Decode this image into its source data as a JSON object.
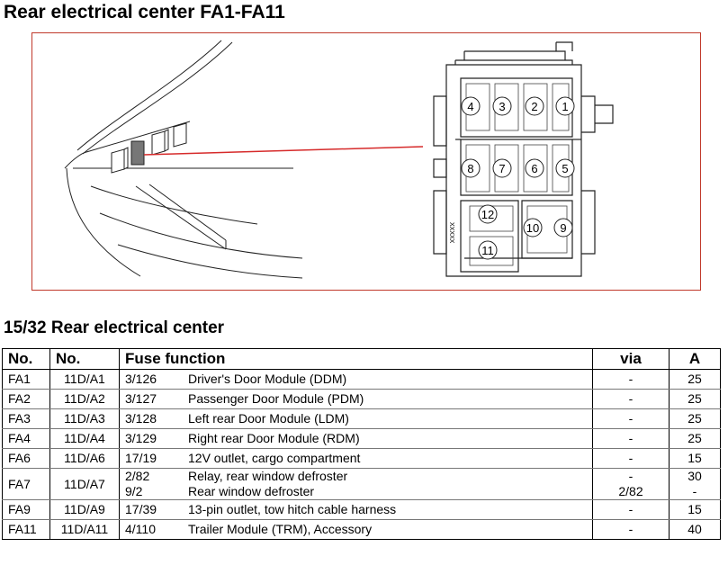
{
  "title": "Rear electrical center FA1-FA11",
  "diagram": {
    "fuse_slots": [
      "1",
      "2",
      "3",
      "4",
      "5",
      "6",
      "7",
      "8",
      "9",
      "10",
      "11",
      "12"
    ],
    "side_marking": "XXXXX",
    "callout_color": "#d62a2a",
    "frame_color": "#c0392b"
  },
  "subtitle": "15/32 Rear electrical center",
  "table": {
    "headers": {
      "no1": "No.",
      "no2": "No.",
      "function": "Fuse function",
      "via": "via",
      "amp": "A"
    },
    "rows": [
      {
        "no": "FA1",
        "id": "11D/A1",
        "lines": [
          {
            "ref": "3/126",
            "func": "Driver's Door Module (DDM)",
            "via": "-",
            "amp": "25"
          }
        ]
      },
      {
        "no": "FA2",
        "id": "11D/A2",
        "lines": [
          {
            "ref": "3/127",
            "func": "Passenger Door Module (PDM)",
            "via": "-",
            "amp": "25"
          }
        ]
      },
      {
        "no": "FA3",
        "id": "11D/A3",
        "lines": [
          {
            "ref": "3/128",
            "func": "Left rear Door Module (LDM)",
            "via": "-",
            "amp": "25"
          }
        ]
      },
      {
        "no": "FA4",
        "id": "11D/A4",
        "lines": [
          {
            "ref": "3/129",
            "func": "Right rear Door Module (RDM)",
            "via": "-",
            "amp": "25"
          }
        ]
      },
      {
        "no": "FA6",
        "id": "11D/A6",
        "lines": [
          {
            "ref": "17/19",
            "func": "12V outlet, cargo compartment",
            "via": "-",
            "amp": "15"
          }
        ]
      },
      {
        "no": "FA7",
        "id": "11D/A7",
        "lines": [
          {
            "ref": "2/82",
            "func": "Relay, rear window defroster",
            "via": "-",
            "amp": "30"
          },
          {
            "ref": "9/2",
            "func": "Rear window defroster",
            "via": "2/82",
            "amp": "-"
          }
        ]
      },
      {
        "no": "FA9",
        "id": "11D/A9",
        "lines": [
          {
            "ref": "17/39",
            "func": "13-pin outlet, tow hitch cable harness",
            "via": "-",
            "amp": "15"
          }
        ]
      },
      {
        "no": "FA11",
        "id": "11D/A11",
        "lines": [
          {
            "ref": "4/110",
            "func": "Trailer Module (TRM), Accessory",
            "via": "-",
            "amp": "40"
          }
        ]
      }
    ]
  }
}
